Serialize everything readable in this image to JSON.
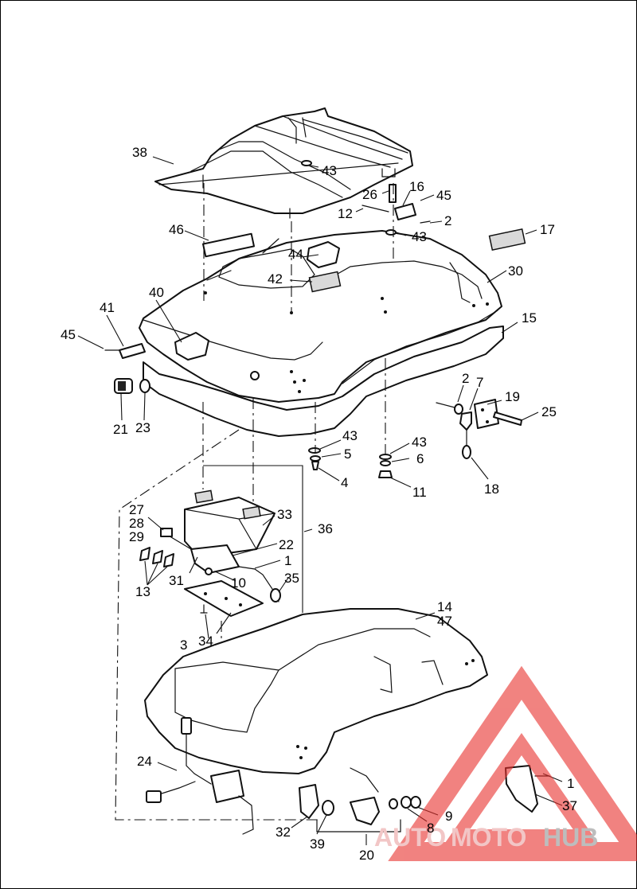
{
  "callouts": {
    "c38": "38",
    "c43a": "43",
    "c26": "26",
    "c16": "16",
    "c45a": "45",
    "c12": "12",
    "c2a": "2",
    "c43b": "43",
    "c17": "17",
    "c46": "46",
    "c44": "44",
    "c42": "42",
    "c30": "30",
    "c40": "40",
    "c41": "41",
    "c45b": "45",
    "c15": "15",
    "c21": "21",
    "c23": "23",
    "c2b": "2",
    "c7": "7",
    "c19": "19",
    "c25": "25",
    "c18": "18",
    "c43c": "43",
    "c5": "5",
    "c4": "4",
    "c43d": "43",
    "c6": "6",
    "c11": "11",
    "c27": "27",
    "c28": "28",
    "c29": "29",
    "c33": "33",
    "c36": "36",
    "c22": "22",
    "c1a": "1",
    "c35": "35",
    "c10": "10",
    "c31": "31",
    "c13": "13",
    "c3": "3",
    "c34": "34",
    "c14": "14",
    "c47": "47",
    "c24": "24",
    "c1b": "1",
    "c37": "37",
    "c9": "9",
    "c8": "8",
    "c32": "32",
    "c39": "39",
    "c20": "20"
  },
  "watermark": {
    "part1": "AUTO",
    "part2": "MOTO",
    "part3": "HUB",
    "triangle_color": "#e8302c",
    "text_color_1": "#f2c2c2",
    "text_color_2": "#bcbcbc"
  }
}
